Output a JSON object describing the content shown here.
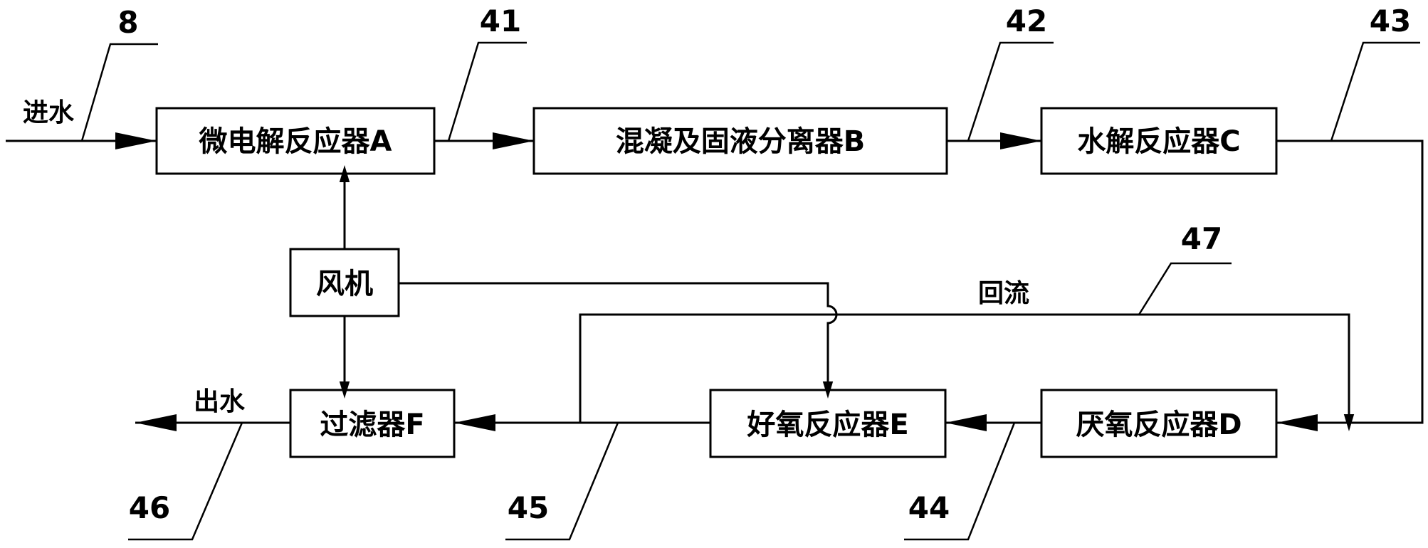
{
  "boxes": {
    "micro_electrolysis": "微电解反应器A",
    "coagulation_separator": "混凝及固液分离器B",
    "hydrolysis": "水解反应器C",
    "anaerobic": "厌氧反应器D",
    "aerobic": "好氧反应器E",
    "filter": "过滤器F",
    "blower": "风机"
  },
  "text_labels": {
    "water_in": "进水",
    "water_out": "出水",
    "reflux": "回流"
  },
  "reference_numbers": {
    "inlet": "8",
    "pipe_a_b": "41",
    "pipe_b_c": "42",
    "pipe_c_d": "43",
    "pipe_d_e": "44",
    "pipe_e_f": "45",
    "outlet": "46",
    "reflux_pipe": "47"
  }
}
